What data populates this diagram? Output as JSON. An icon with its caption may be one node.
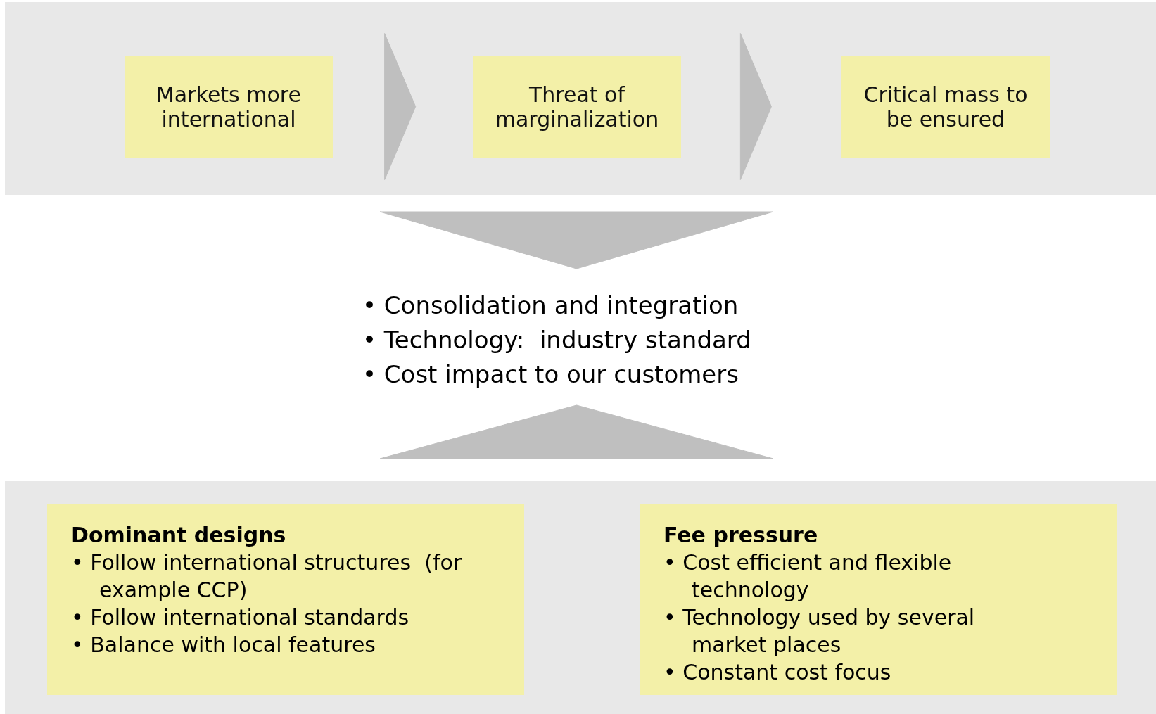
{
  "diagram": {
    "nodes": [
      {
        "text": [],
        "shape": "box"
      },
      {
        "text": [
          "Markets more international"
        ],
        "in": 0
      },
      {
        "text": [
          "Threat of marginalization"
        ],
        "in": 0
      },
      {
        "text": [
          "Critical mass to be ensured"
        ],
        "in": 0
      },
      {
        "text": [
          "• Consolidation and integration",
          "• Technology:  industry standard",
          "• Cost impact to our customers"
        ]
      },
      {
        "text": [],
        "shape": "box"
      },
      {
        "text": [
          "Dominant designs",
          "• Follow international structures  (for example CCP)",
          "• Follow international standards",
          "• Balance with local features"
        ],
        "in": 5
      },
      {
        "text": [
          "Fee pressure",
          "• Cost efficient and flexible technology",
          "• Technology used by several market places",
          "• Constant cost focus"
        ],
        "in": 5
      }
    ],
    "edges": [
      {
        "from": 1,
        "to": 2,
        "arrow": "to"
      },
      {
        "from": 2,
        "to": 3,
        "arrow": "to"
      },
      {
        "from": 0,
        "to": 4,
        "arrow": "to"
      },
      {
        "from": 5,
        "to": 4,
        "arrow": "to"
      }
    ]
  }
}
